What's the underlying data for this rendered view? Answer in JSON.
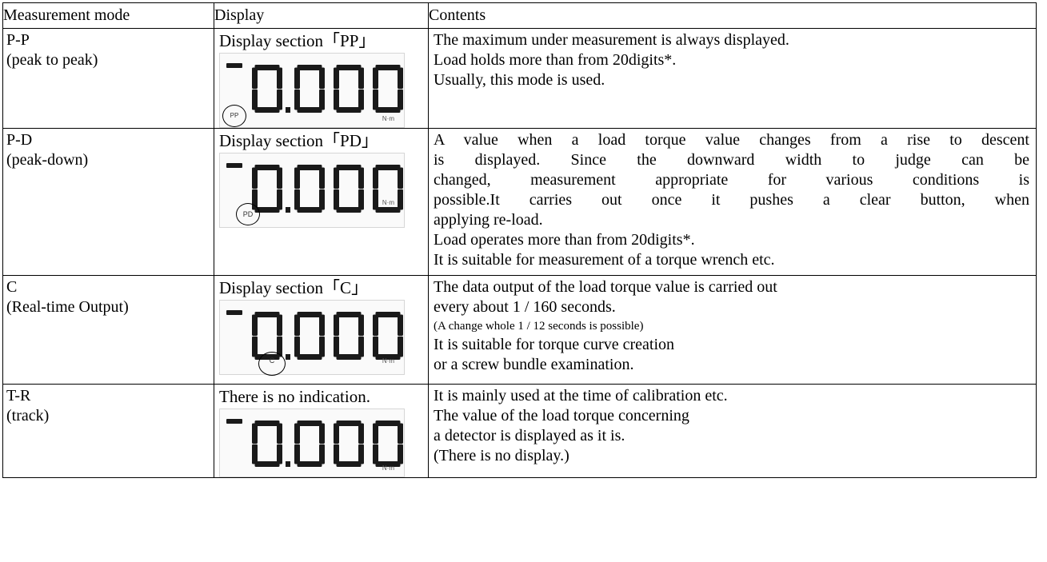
{
  "table": {
    "headers": [
      "Measurement mode",
      "Display",
      "Contents"
    ],
    "rows": [
      {
        "mode": "P-P",
        "mode_sub": "(peak to peak)",
        "display_label": "Display section「PP」",
        "lcd": {
          "reading": "0.000",
          "indicator": "PP",
          "unit": "N·m"
        },
        "contents": [
          "The maximum under measurement is always displayed.",
          "Load holds more than from 20digits*.",
          "Usually, this mode is used."
        ]
      },
      {
        "mode": "P-D",
        "mode_sub": "(peak-down)",
        "display_label": "Display section「PD」",
        "lcd": {
          "reading": "0.000",
          "indicator": "PD",
          "unit": "N·m"
        },
        "contents": [
          "A value when a load torque value changes from a rise to descent",
          "is displayed. Since the downward width to judge can be",
          "changed, measurement appropriate for various conditions is",
          "possible.It carries out once it pushes a clear button, when",
          "applying re-load.",
          "Load operates more than from 20digits*.",
          "It is suitable for measurement of a torque wrench etc."
        ]
      },
      {
        "mode": "C",
        "mode_sub": "(Real-time Output)",
        "display_label": "Display section「C」",
        "lcd": {
          "reading": "0.000",
          "indicator": "C",
          "unit": "N·m"
        },
        "contents": [
          "The data output of the load torque value is carried out",
          "every about 1 / 160 seconds.",
          "(A change whole 1 / 12 seconds is possible)",
          "It is suitable for torque curve creation",
          "or a screw bundle examination."
        ]
      },
      {
        "mode": "T-R",
        "mode_sub": "(track)",
        "display_label": "There is no indication.",
        "lcd": {
          "reading": "0.000",
          "indicator": "",
          "unit": "N·m"
        },
        "contents": [
          "It is mainly used at the time of calibration etc.",
          "The value of the load torque concerning",
          "a detector is displayed as it is.",
          "(There is no display.)"
        ]
      }
    ]
  }
}
